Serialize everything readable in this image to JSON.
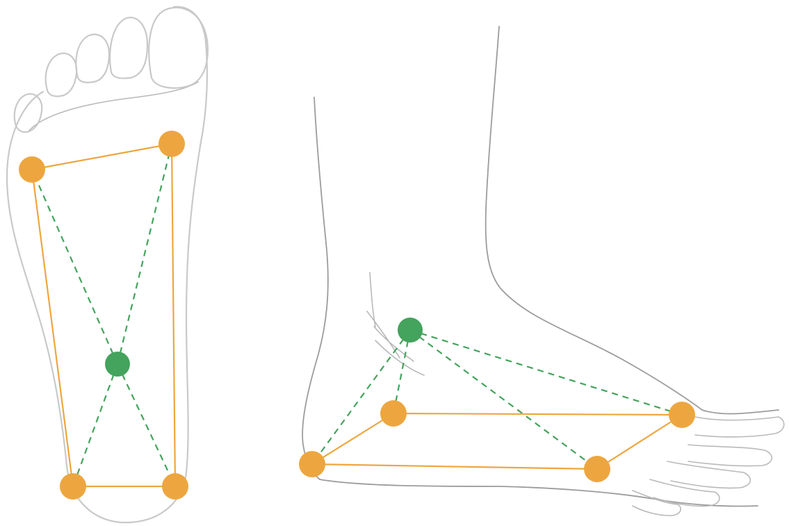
{
  "colors": {
    "support_point": "#EDA63F",
    "center_point": "#44A35C",
    "solid_edge": "#EDA63F",
    "dashed_edge": "#44A35C",
    "outline": "#c9c9c9"
  },
  "views": [
    {
      "name": "plantar-view",
      "points": [
        {
          "id": "p1",
          "role": "support"
        },
        {
          "id": "p2",
          "role": "support"
        },
        {
          "id": "p3",
          "role": "support"
        },
        {
          "id": "p4",
          "role": "support"
        },
        {
          "id": "c",
          "role": "center"
        }
      ],
      "solid_edges": [
        [
          "p1",
          "p2"
        ],
        [
          "p1",
          "p3"
        ],
        [
          "p2",
          "p4"
        ],
        [
          "p3",
          "p4"
        ]
      ],
      "dashed_edges": [
        [
          "c",
          "p1"
        ],
        [
          "c",
          "p2"
        ],
        [
          "c",
          "p3"
        ],
        [
          "c",
          "p4"
        ]
      ]
    },
    {
      "name": "lateral-view",
      "points": [
        {
          "id": "heel",
          "role": "support"
        },
        {
          "id": "mid",
          "role": "support"
        },
        {
          "id": "fore-front",
          "role": "support"
        },
        {
          "id": "fore-low",
          "role": "support"
        },
        {
          "id": "c",
          "role": "center"
        }
      ],
      "solid_edges": [
        [
          "heel",
          "mid"
        ],
        [
          "mid",
          "fore-front"
        ],
        [
          "heel",
          "fore-low"
        ],
        [
          "fore-low",
          "fore-front"
        ]
      ],
      "dashed_edges": [
        [
          "c",
          "heel"
        ],
        [
          "c",
          "mid"
        ],
        [
          "c",
          "fore-front"
        ],
        [
          "c",
          "fore-low"
        ]
      ]
    }
  ]
}
